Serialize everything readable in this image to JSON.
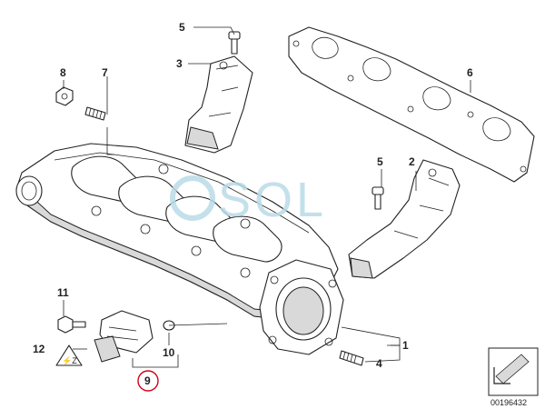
{
  "diagram": {
    "callouts": [
      {
        "id": "c1",
        "label": "1"
      },
      {
        "id": "c2",
        "label": "2"
      },
      {
        "id": "c3",
        "label": "3"
      },
      {
        "id": "c4",
        "label": "4"
      },
      {
        "id": "c5a",
        "label": "5"
      },
      {
        "id": "c5b",
        "label": "5"
      },
      {
        "id": "c6",
        "label": "6"
      },
      {
        "id": "c7",
        "label": "7"
      },
      {
        "id": "c8",
        "label": "8"
      },
      {
        "id": "c9",
        "label": "9"
      },
      {
        "id": "c10",
        "label": "10"
      },
      {
        "id": "c11",
        "label": "11"
      },
      {
        "id": "c12",
        "label": "12"
      }
    ],
    "highlight_color": "#d0021b",
    "warning_icon_text": "⚡Z",
    "watermark_text": "SOL",
    "image_code": "00196432"
  }
}
